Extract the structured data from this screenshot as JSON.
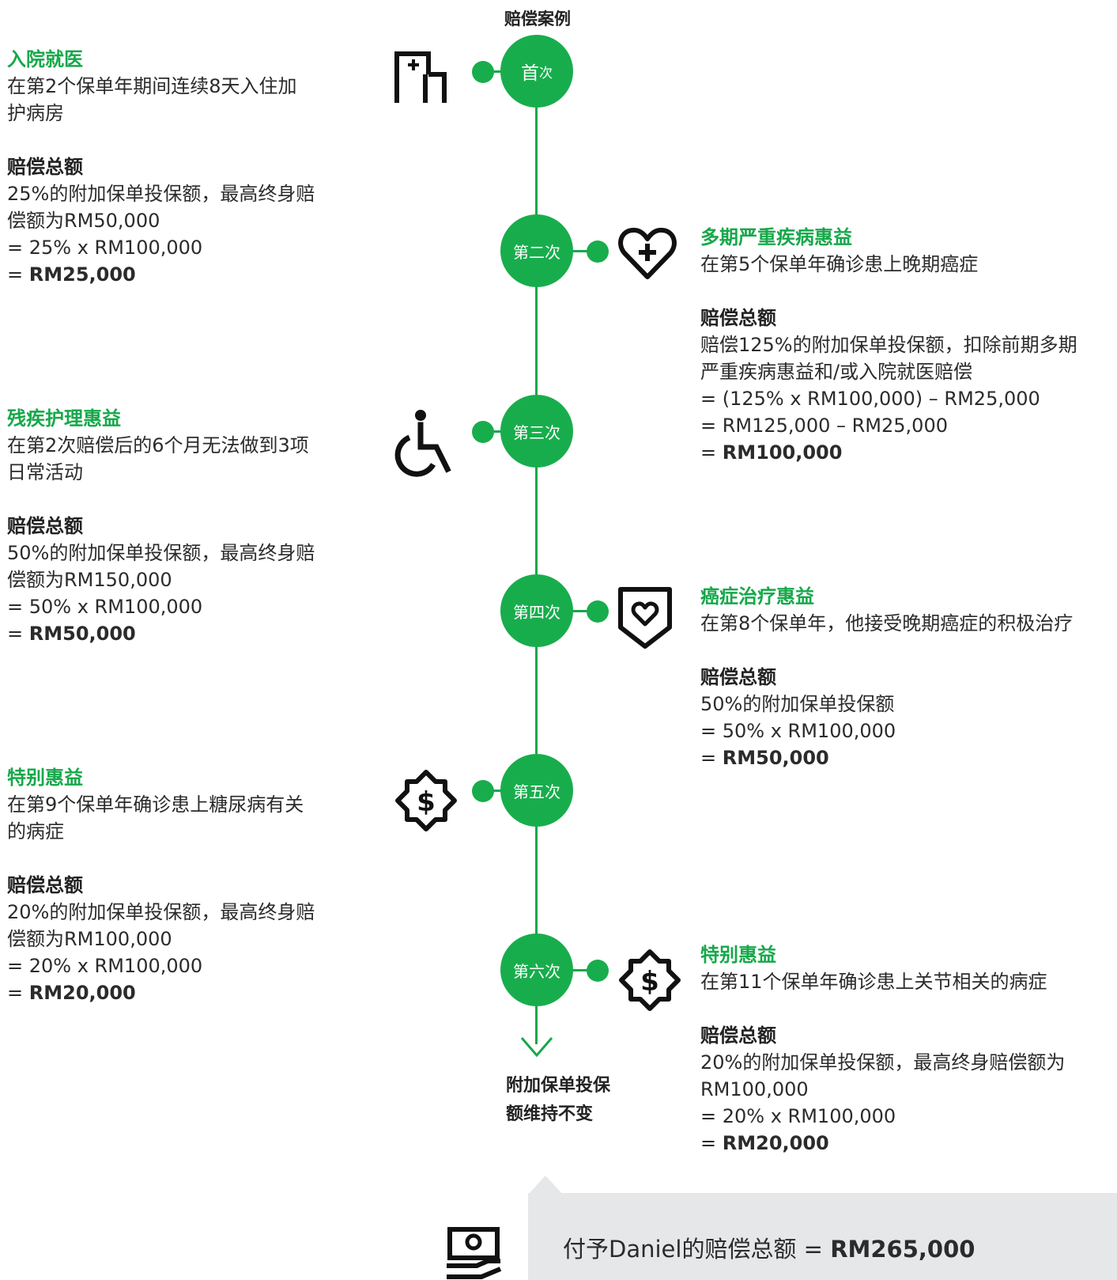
{
  "header": {
    "title": "赔偿案例"
  },
  "nodes": [
    {
      "main": "首",
      "sub": "次"
    },
    {
      "label": "第二次"
    },
    {
      "label": "第三次"
    },
    {
      "label": "第四次"
    },
    {
      "label": "第五次"
    },
    {
      "label": "第六次"
    }
  ],
  "left_blocks": [
    {
      "title": "入院就医",
      "desc": [
        "在第2个保单年期间连续8天入住加",
        "护病房"
      ],
      "amount_label": "赔偿总额",
      "lines": [
        "25%的附加保单投保额，最高终身赔",
        "偿额为RM50,000",
        "= 25% x RM100,000"
      ],
      "result_prefix": "= ",
      "result": "RM25,000"
    },
    {
      "title": "残疾护理惠益",
      "desc": [
        "在第2次赔偿后的6个月无法做到3项",
        "日常活动"
      ],
      "amount_label": "赔偿总额",
      "lines": [
        "50%的附加保单投保额，最高终身赔",
        "偿额为RM150,000",
        "= 50% x RM100,000"
      ],
      "result_prefix": "= ",
      "result": "RM50,000"
    },
    {
      "title": "特别惠益",
      "desc": [
        "在第9个保单年确诊患上糖尿病有关",
        "的病症"
      ],
      "amount_label": "赔偿总额",
      "lines": [
        "20%的附加保单投保额，最高终身赔",
        "偿额为RM100,000",
        "= 20% x RM100,000"
      ],
      "result_prefix": "= ",
      "result": "RM20,000"
    }
  ],
  "right_blocks": [
    {
      "title": "多期严重疾病惠益",
      "desc": [
        "在第5个保单年确诊患上晚期癌症"
      ],
      "amount_label": "赔偿总额",
      "lines": [
        "赔偿125%的附加保单投保额，扣除前期多期",
        "严重疾病惠益和/或入院就医赔偿",
        "= (125% x RM100,000) – RM25,000",
        "= RM125,000 – RM25,000"
      ],
      "result_prefix": "= ",
      "result": "RM100,000"
    },
    {
      "title": "癌症治疗惠益",
      "desc": [
        "在第8个保单年，他接受晚期癌症的积极治疗"
      ],
      "amount_label": "赔偿总额",
      "lines": [
        "50%的附加保单投保额",
        "= 50% x RM100,000"
      ],
      "result_prefix": "= ",
      "result": "RM50,000"
    },
    {
      "title": "特别惠益",
      "desc": [
        "在第11个保单年确诊患上关节相关的病症"
      ],
      "amount_label": "赔偿总额",
      "lines": [
        "20%的附加保单投保额，最高终身赔偿额为",
        "RM100,000",
        "= 20% x RM100,000"
      ],
      "result_prefix": "= ",
      "result": "RM20,000"
    }
  ],
  "end_label": [
    "附加保单投保",
    "额维持不变"
  ],
  "total": {
    "prefix": "付予Daniel的赔偿总额 = ",
    "value": "RM265,000"
  },
  "icons": [
    "hospital-icon",
    "heart-plus-icon",
    "wheelchair-icon",
    "shield-heart-icon",
    "dollar-badge-icon",
    "dollar-badge-icon",
    "payment-hand-icon"
  ],
  "colors": {
    "accent": "#18ad4c",
    "text": "#2b2b2b",
    "panel": "#e6e7e8"
  }
}
